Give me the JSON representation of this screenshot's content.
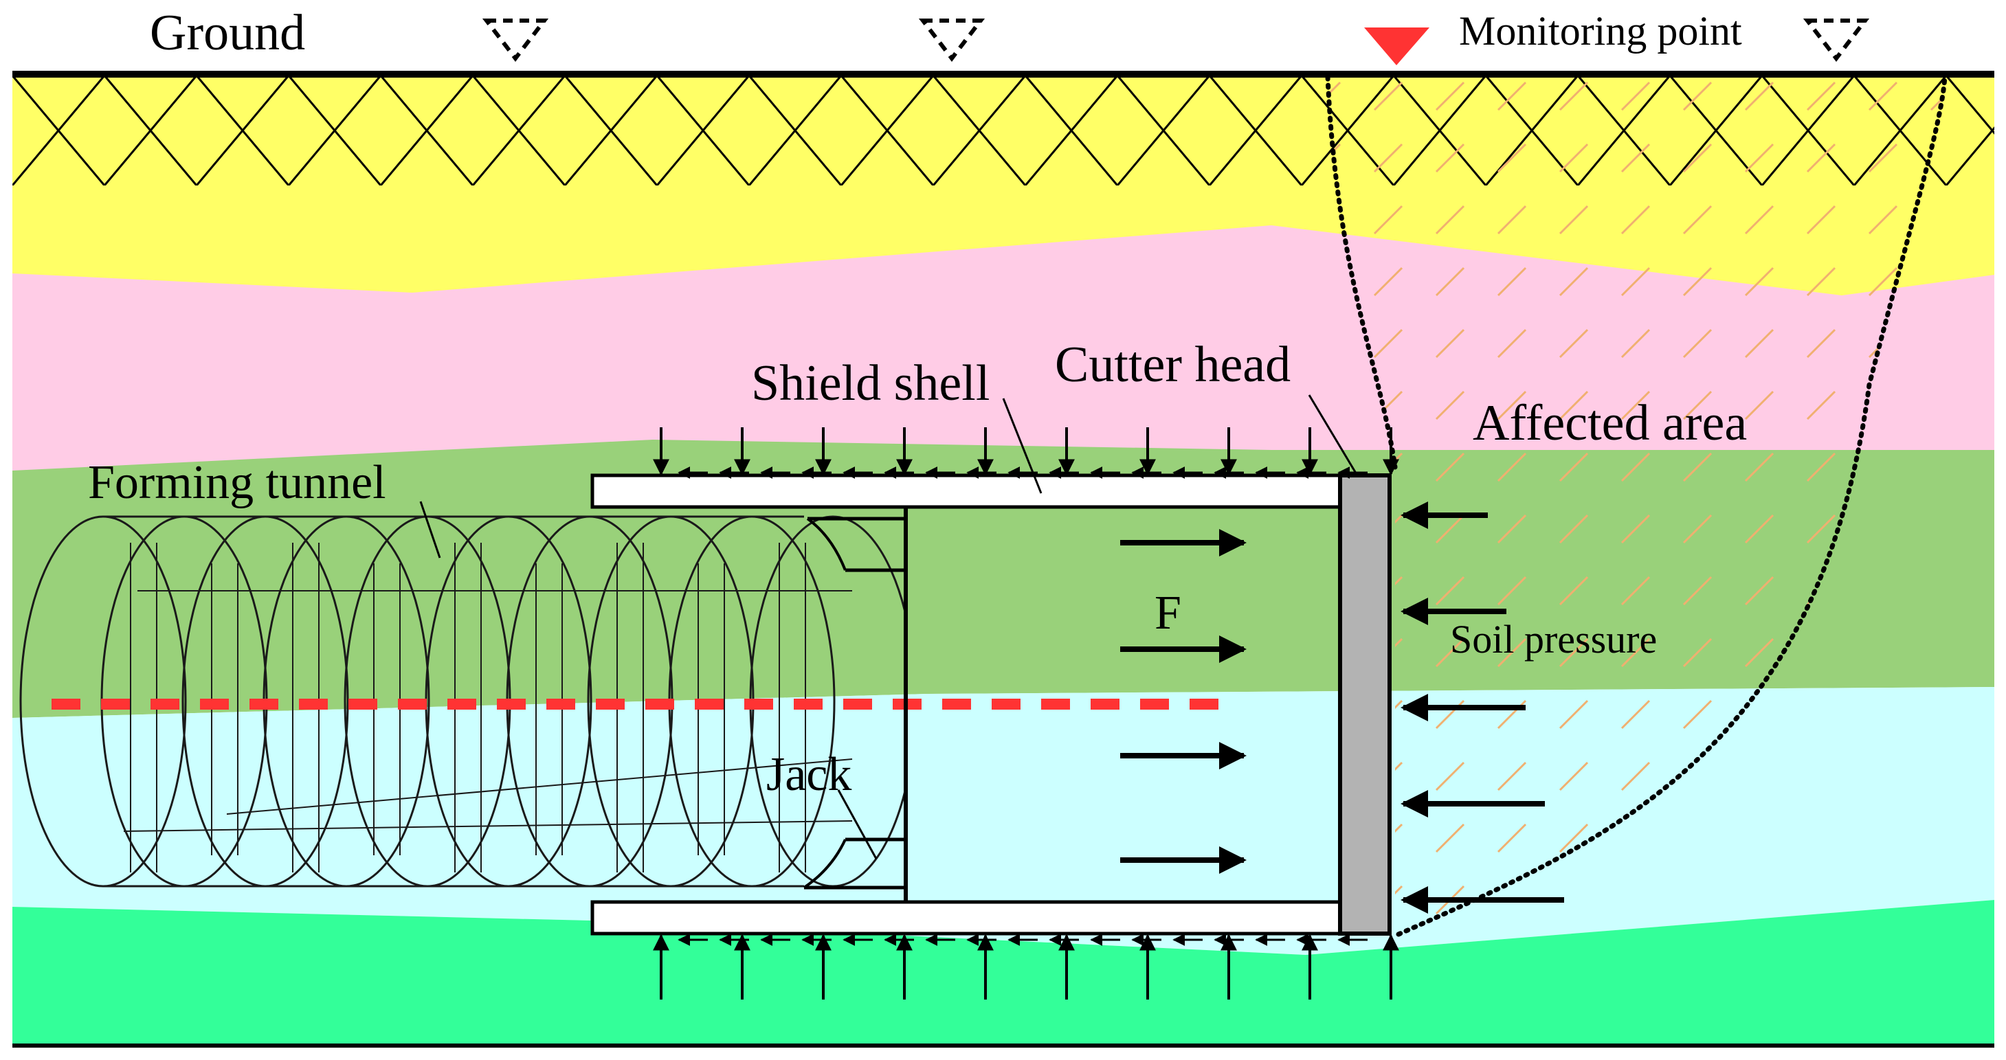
{
  "labels": {
    "ground": "Ground",
    "monitoring_point": "Monitoring point",
    "shield_shell": "Shield shell",
    "cutter_head": "Cutter head",
    "affected_area": "Affected area",
    "forming_tunnel": "Forming tunnel",
    "force": "F",
    "soil_pressure": "Soil pressure",
    "jack": "Jack"
  },
  "colors": {
    "layer_top": "#ffff66",
    "layer_pink": "#ffcce6",
    "layer_green": "#99d17a",
    "layer_cyan": "#ccffff",
    "layer_bottom": "#33ff99",
    "cutter_head": "#b3b3b3",
    "monitoring_marker": "#ff3333",
    "tunnel_axis": "#ff3333",
    "affected_hatch": "#f0b070"
  },
  "icons": {
    "monitoring_marker": "red-filled-inverted-triangle",
    "other_points": "dashed-inverted-triangle"
  }
}
